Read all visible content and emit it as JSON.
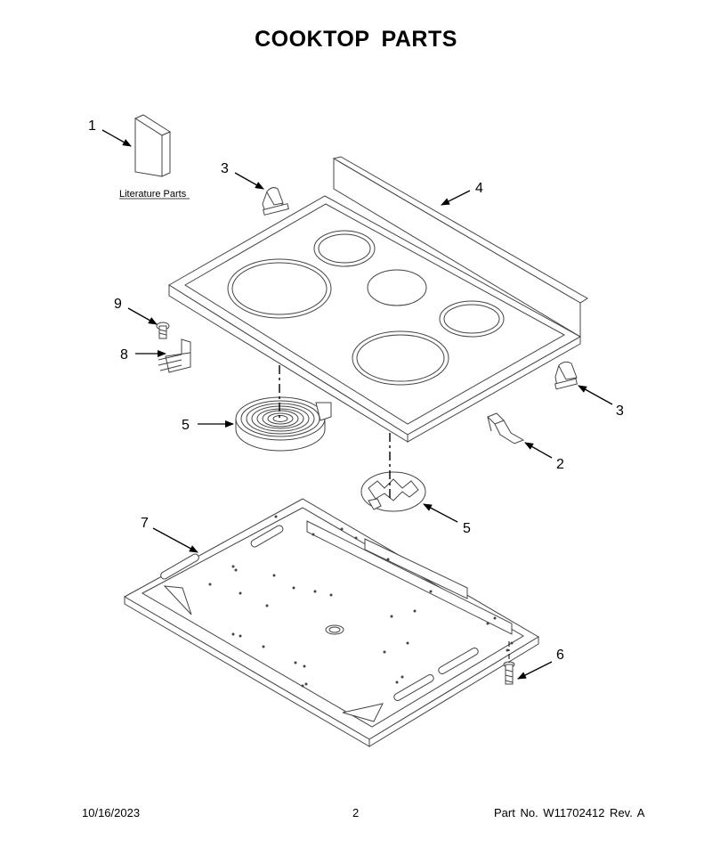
{
  "page": {
    "title": "COOKTOP PARTS"
  },
  "literature": {
    "label": "Literature Parts"
  },
  "callouts": {
    "c1": "1",
    "c2": "2",
    "c3a": "3",
    "c3b": "3",
    "c4": "4",
    "c5a": "5",
    "c5b": "5",
    "c6": "6",
    "c7": "7",
    "c8": "8",
    "c9": "9"
  },
  "footer": {
    "date": "10/16/2023",
    "page_number": "2",
    "part_info": "Part No. W11702412 Rev. A"
  }
}
